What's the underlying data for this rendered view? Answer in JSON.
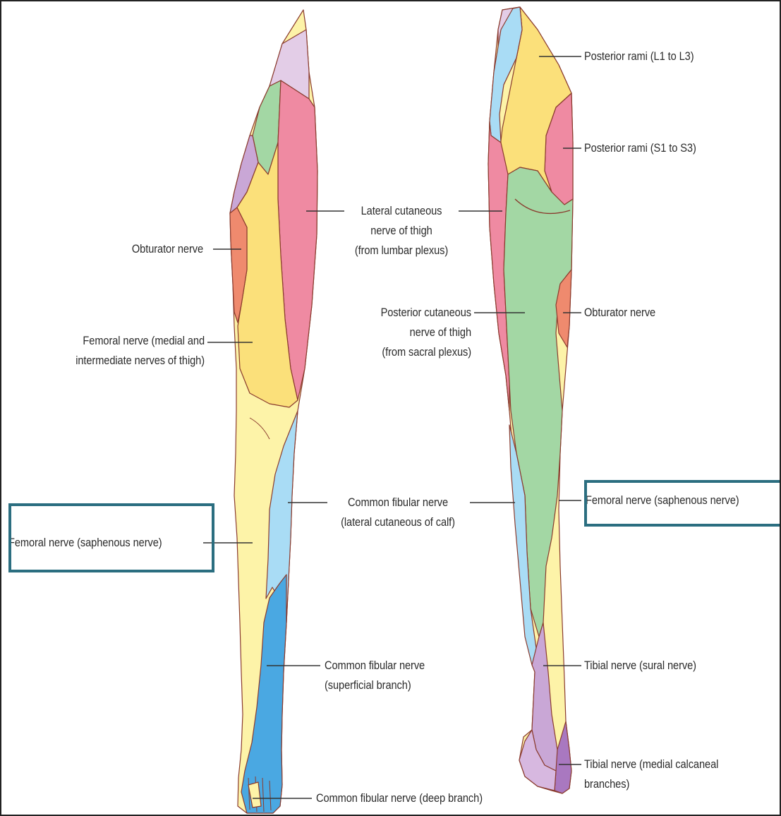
{
  "labels": {
    "posterior_rami_l1_l3": "Posterior rami (L1 to L3)",
    "posterior_rami_s1_s3": "Posterior rami (S1 to S3)",
    "lateral_cutaneous_thigh": [
      "Lateral cutaneous",
      "nerve of thigh",
      "(from lumbar plexus)"
    ],
    "obturator_front": "Obturator nerve",
    "obturator_back": "Obturator nerve",
    "posterior_cutaneous_thigh": [
      "Posterior cutaneous",
      "nerve of thigh",
      "(from sacral plexus)"
    ],
    "femoral_thigh": [
      "Femoral nerve (medial and",
      "intermediate nerves of thigh)"
    ],
    "common_fibular_lateral": [
      "Common fibular nerve",
      "(lateral cutaneous of calf)"
    ],
    "femoral_saphenous_front": "Femoral nerve (saphenous nerve)",
    "femoral_saphenous_back": "Femoral nerve (saphenous nerve)",
    "common_fibular_superficial": [
      "Common fibular nerve",
      "(superficial branch)"
    ],
    "tibial_sural": "Tibial nerve (sural nerve)",
    "tibial_medial_calcaneal": [
      "Tibial nerve (medial calcaneal",
      "branches)"
    ],
    "common_fibular_deep": "Common fibular nerve (deep branch)"
  },
  "colors": {
    "posterior_rami_lumbar": "#fbe07a",
    "posterior_rami_sacral": "#ef8aa2",
    "lateral_cutaneous_thigh": "#ef8aa2",
    "obturator": "#ef8a6e",
    "posterior_cutaneous_thigh": "#a3d7a4",
    "femoral_thigh": "#fbe07a",
    "femoral_saphenous": "#fdf3a8",
    "common_fibular_lateral": "#a9dcf5",
    "common_fibular_superficial": "#4aa8e2",
    "tibial_sural": "#c9a7d6",
    "tibial_calcaneal": "#a978c0",
    "genitofemoral": "#e3cde7",
    "outline": "#8a3b2e",
    "highlight_box": "#2b6e80"
  }
}
